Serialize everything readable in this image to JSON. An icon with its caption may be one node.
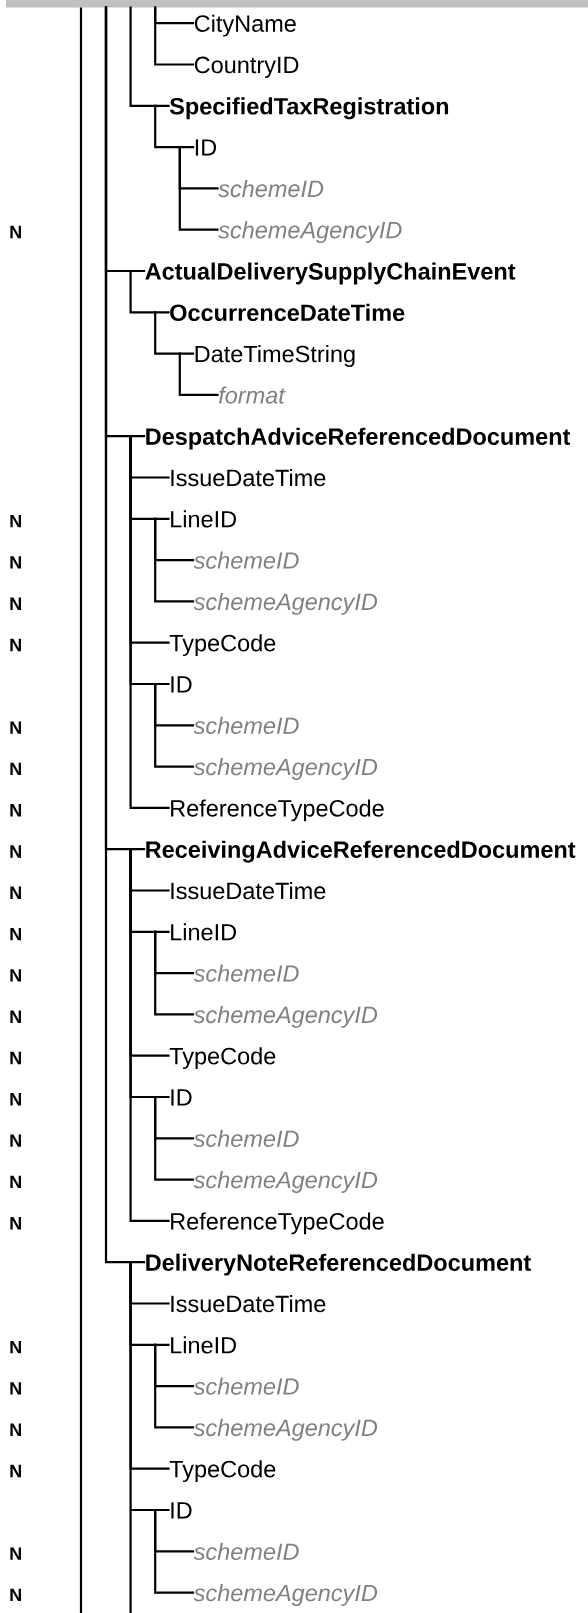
{
  "diagram": {
    "nodes": [
      {
        "text": [
          "CityName"
        ]
      },
      {
        "text": [
          "CountryID"
        ]
      },
      {
        "text": [
          "SpecifiedTaxRegistration"
        ]
      },
      {
        "text": [
          "ID"
        ]
      },
      {
        "text": [
          "schemeID"
        ]
      },
      {
        "text": [
          "schemeAgencyID"
        ]
      },
      {
        "text": [
          "ActualDeliverySupplyChainEvent"
        ]
      },
      {
        "text": [
          "OccurrenceDateTime"
        ]
      },
      {
        "text": [
          "DateTimeString"
        ]
      },
      {
        "text": [
          "format"
        ]
      },
      {
        "text": [
          "DespatchAdviceReferencedDocument"
        ]
      },
      {
        "text": [
          "IssueDateTime"
        ]
      },
      {
        "text": [
          "LineID"
        ]
      },
      {
        "text": [
          "schemeID"
        ]
      },
      {
        "text": [
          "schemeAgencyID"
        ]
      },
      {
        "text": [
          "TypeCode"
        ]
      },
      {
        "text": [
          "ID"
        ]
      },
      {
        "text": [
          "schemeID"
        ]
      },
      {
        "text": [
          "schemeAgencyID"
        ]
      },
      {
        "text": [
          "ReferenceTypeCode"
        ]
      },
      {
        "text": [
          "ReceivingAdviceReferencedDocument"
        ]
      },
      {
        "text": [
          "IssueDateTime"
        ]
      },
      {
        "text": [
          "LineID"
        ]
      },
      {
        "text": [
          "schemeID"
        ]
      },
      {
        "text": [
          "schemeAgencyID"
        ]
      },
      {
        "text": [
          "TypeCode"
        ]
      },
      {
        "text": [
          "ID"
        ]
      },
      {
        "text": [
          "schemeID"
        ]
      },
      {
        "text": [
          "schemeAgencyID"
        ]
      },
      {
        "text": [
          "ReferenceTypeCode"
        ]
      },
      {
        "text": [
          "DeliveryNoteReferencedDocument"
        ]
      },
      {
        "text": [
          "IssueDateTime"
        ]
      },
      {
        "text": [
          "LineID"
        ]
      },
      {
        "text": [
          "schemeID"
        ]
      },
      {
        "text": [
          "schemeAgencyID"
        ]
      },
      {
        "text": [
          "TypeCode"
        ]
      },
      {
        "text": [
          "ID"
        ]
      },
      {
        "text": [
          "schemeID"
        ]
      },
      {
        "text": [
          "schemeAgencyID"
        ]
      }
    ],
    "edges": [
      {
        "from": null,
        "to": 0,
        "arrow": "none"
      },
      {
        "from": null,
        "to": 1,
        "arrow": "none"
      },
      {
        "from": null,
        "to": 2,
        "arrow": "none"
      },
      {
        "from": 2,
        "to": 3,
        "arrow": "none"
      },
      {
        "from": 3,
        "to": 4,
        "arrow": "none"
      },
      {
        "from": 3,
        "to": 5,
        "arrow": "none"
      },
      {
        "from": null,
        "to": 6,
        "arrow": "none"
      },
      {
        "from": 6,
        "to": 7,
        "arrow": "none"
      },
      {
        "from": 7,
        "to": 8,
        "arrow": "none"
      },
      {
        "from": 8,
        "to": 9,
        "arrow": "none"
      },
      {
        "from": null,
        "to": 10,
        "arrow": "none"
      },
      {
        "from": 10,
        "to": 11,
        "arrow": "none"
      },
      {
        "from": 10,
        "to": 12,
        "arrow": "none"
      },
      {
        "from": 12,
        "to": 13,
        "arrow": "none"
      },
      {
        "from": 12,
        "to": 14,
        "arrow": "none"
      },
      {
        "from": 10,
        "to": 15,
        "arrow": "none"
      },
      {
        "from": 10,
        "to": 16,
        "arrow": "none"
      },
      {
        "from": 16,
        "to": 17,
        "arrow": "none"
      },
      {
        "from": 16,
        "to": 18,
        "arrow": "none"
      },
      {
        "from": 10,
        "to": 19,
        "arrow": "none"
      },
      {
        "from": null,
        "to": 20,
        "arrow": "none"
      },
      {
        "from": 20,
        "to": 21,
        "arrow": "none"
      },
      {
        "from": 20,
        "to": 22,
        "arrow": "none"
      },
      {
        "from": 22,
        "to": 23,
        "arrow": "none"
      },
      {
        "from": 22,
        "to": 24,
        "arrow": "none"
      },
      {
        "from": 20,
        "to": 25,
        "arrow": "none"
      },
      {
        "from": 20,
        "to": 26,
        "arrow": "none"
      },
      {
        "from": 26,
        "to": 27,
        "arrow": "none"
      },
      {
        "from": 26,
        "to": 28,
        "arrow": "none"
      },
      {
        "from": 20,
        "to": 29,
        "arrow": "none"
      },
      {
        "from": null,
        "to": 30,
        "arrow": "none"
      },
      {
        "from": 30,
        "to": 31,
        "arrow": "none"
      },
      {
        "from": 30,
        "to": 32,
        "arrow": "none"
      },
      {
        "from": 32,
        "to": 33,
        "arrow": "none"
      },
      {
        "from": 32,
        "to": 34,
        "arrow": "none"
      },
      {
        "from": 30,
        "to": 35,
        "arrow": "none"
      },
      {
        "from": 30,
        "to": 36,
        "arrow": "none"
      },
      {
        "from": 36,
        "to": 37,
        "arrow": "none"
      },
      {
        "from": 36,
        "to": 38,
        "arrow": "none"
      }
    ],
    "labels": [
      "N",
      "N",
      "N",
      "N",
      "N",
      "N",
      "N",
      "N",
      "N",
      "N",
      "N",
      "N",
      "N",
      "N",
      "N",
      "N",
      "N",
      "N",
      "N",
      "N",
      "N",
      "N",
      "N",
      "N"
    ]
  }
}
